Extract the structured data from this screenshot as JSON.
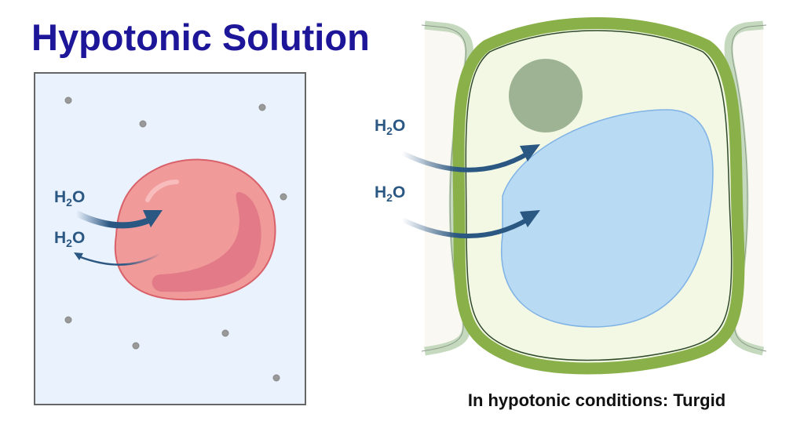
{
  "title": "Hypotonic Solution",
  "left_panel": {
    "labels": [
      {
        "main": "H",
        "sub": "2",
        "tail": "O"
      },
      {
        "main": "H",
        "sub": "2",
        "tail": "O"
      }
    ]
  },
  "right_panel": {
    "labels": [
      {
        "main": "H",
        "sub": "2",
        "tail": "O"
      },
      {
        "main": "H",
        "sub": "2",
        "tail": "O"
      }
    ],
    "caption": "In hypotonic conditions: Turgid"
  },
  "colors": {
    "title": "#1d1699",
    "arrow": "#2b5783",
    "solution": "#eaf2fd",
    "red_cell": "#f19a9a",
    "cell_wall": "#8ab04a",
    "vacuole": "#b8daf3",
    "nucleus": "#9db393"
  }
}
